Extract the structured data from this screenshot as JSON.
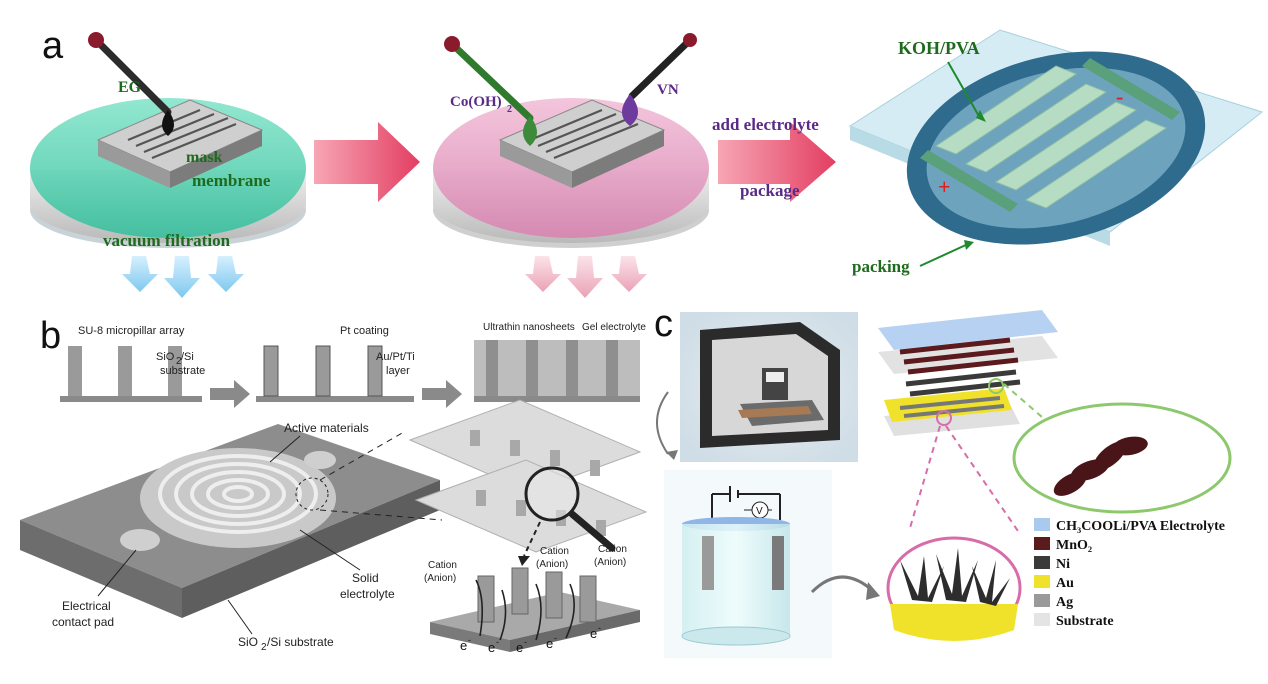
{
  "panel_a": {
    "letter": "a",
    "labels": {
      "eg": "EG",
      "mask": "mask",
      "membrane": "membrane",
      "vacuum": "vacuum filtration",
      "co_oh": "Co(OH)",
      "co_sub": "2",
      "vn": "VN",
      "add_electrolyte": "add electrolyte",
      "package": "package",
      "koh_pva": "KOH/PVA",
      "packing": "packing",
      "minus": "-",
      "plus": "+"
    }
  },
  "panel_b": {
    "letter": "b",
    "labels": {
      "su8": "SU-8 micropillar array",
      "sio2_si_1": "SiO",
      "sio2_si_1_sub": "2",
      "sio2_si_1_tail": "/Si",
      "substrate": "substrate",
      "pt_coating": "Pt coating",
      "au_pt_ti": "Au/Pt/Ti",
      "layer": "layer",
      "ultrathin": "Ultrathin nanosheets",
      "gel": "Gel electrolyte",
      "active": "Active materials",
      "solid": "Solid",
      "electrolyte": "electrolyte",
      "electrical": "Electrical",
      "contact_pad": "contact pad",
      "sio2_sub_label": "SiO",
      "sio2_sub_label_sub": "2",
      "sio2_sub_label_tail": "/Si substrate",
      "cation": "Cation",
      "anion": "(Anion)",
      "e": "e",
      "e_sup": "-"
    }
  },
  "panel_c": {
    "letter": "c",
    "legend": [
      {
        "label": "CH₃COOLi/PVA Electrolyte",
        "color": "#a9c9ee"
      },
      {
        "label": "MnO₂",
        "color": "#5a1a1e"
      },
      {
        "label": "Ni",
        "color": "#3a3a3a"
      },
      {
        "label": "Au",
        "color": "#f0e22a"
      },
      {
        "label": "Ag",
        "color": "#9a9a9a"
      },
      {
        "label": "Substrate",
        "color": "#e4e4e4"
      }
    ],
    "voltmeter": "V"
  }
}
